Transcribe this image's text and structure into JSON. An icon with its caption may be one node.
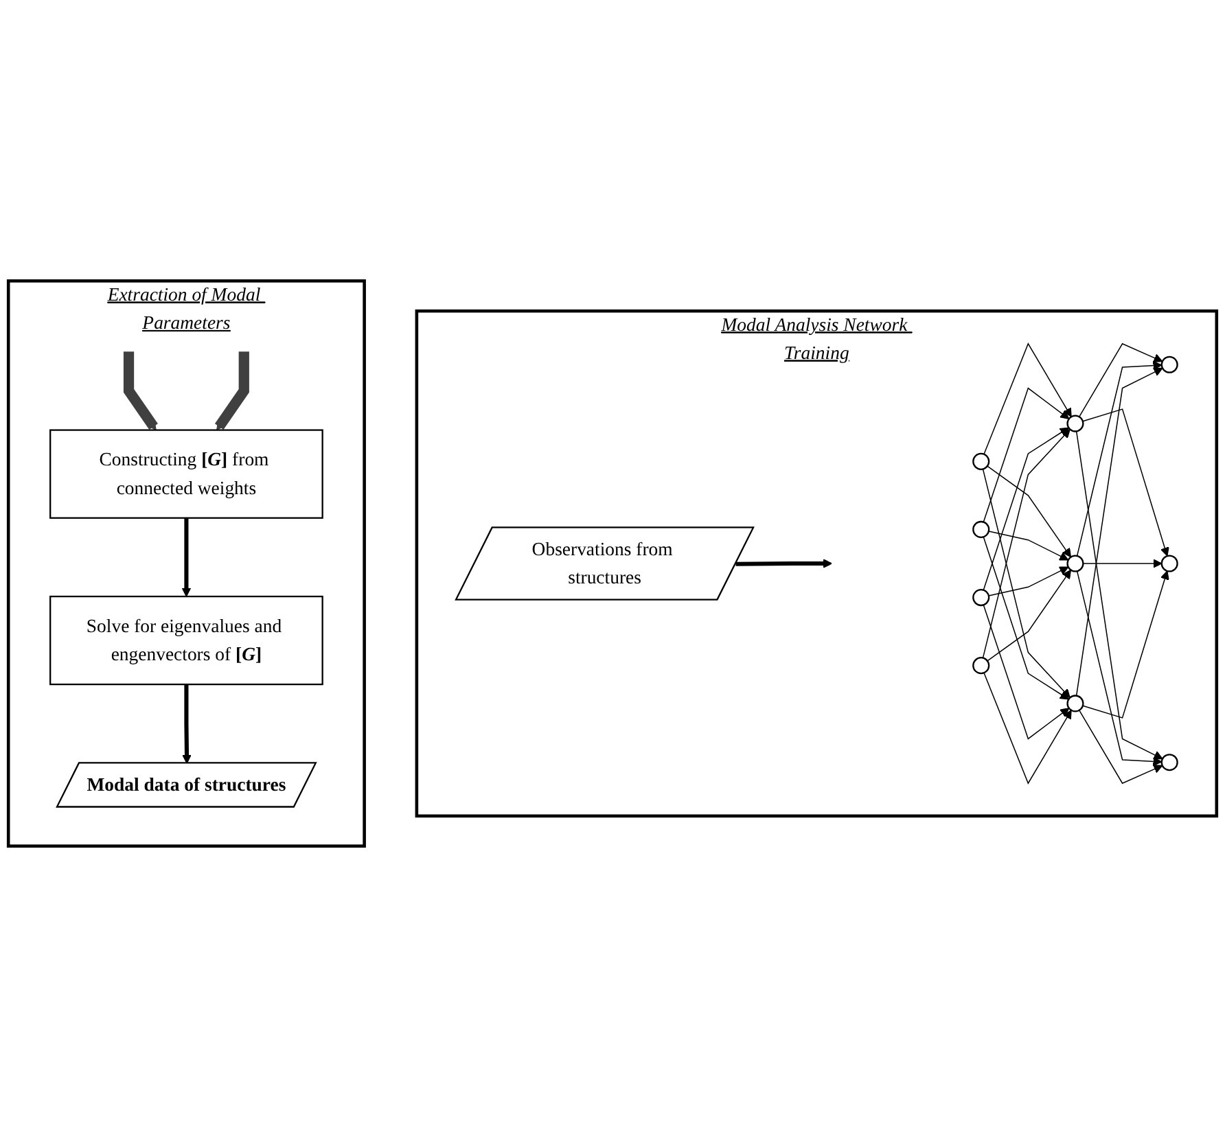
{
  "diagram": {
    "nodes": [
      {
        "text": [
          "Modal Analysis Network Training"
        ]
      },
      {
        "text": [
          "Observations from structures"
        ],
        "in": 0
      },
      {
        "text": [],
        "shape": "circle",
        "in": 0
      },
      {
        "text": [],
        "shape": "circle",
        "in": 0
      },
      {
        "text": [],
        "shape": "circle",
        "in": 0
      },
      {
        "text": [],
        "shape": "circle",
        "in": 0
      },
      {
        "text": [],
        "shape": "circle",
        "in": 0
      },
      {
        "text": [],
        "shape": "circle",
        "in": 0
      },
      {
        "text": [],
        "shape": "circle",
        "in": 0
      },
      {
        "text": [],
        "shape": "circle",
        "in": 0
      },
      {
        "text": [],
        "shape": "circle",
        "in": 0
      },
      {
        "text": [],
        "shape": "circle",
        "in": 0
      },
      {
        "text": [
          "Extraction of Modal Parameters"
        ]
      },
      {
        "text": [
          "Constructing **[*G*]** from connected weights"
        ],
        "in": 12
      },
      {
        "text": [
          "Solve for eigenvalues and engenvectors of **[*G*]**"
        ],
        "in": 12
      },
      {
        "text": [
          "Modal data of structures"
        ],
        "in": 12
      }
    ],
    "edges": [
      {
        "from": 1,
        "to": null,
        "arrow": "to",
        "style": "thick"
      },
      {
        "from": 2,
        "to": 6,
        "arrow": "to"
      },
      {
        "from": 2,
        "to": 7,
        "arrow": "to"
      },
      {
        "from": 2,
        "to": 8,
        "arrow": "to"
      },
      {
        "from": 3,
        "to": 6,
        "arrow": "to"
      },
      {
        "from": 3,
        "to": 7,
        "arrow": "to"
      },
      {
        "from": 3,
        "to": 8,
        "arrow": "to"
      },
      {
        "from": 4,
        "to": 6,
        "arrow": "to"
      },
      {
        "from": 4,
        "to": 7,
        "arrow": "to"
      },
      {
        "from": 4,
        "to": 8,
        "arrow": "to"
      },
      {
        "from": 5,
        "to": 6,
        "arrow": "to"
      },
      {
        "from": 5,
        "to": 7,
        "arrow": "to"
      },
      {
        "from": 5,
        "to": 8,
        "arrow": "to"
      },
      {
        "from": 6,
        "to": 9,
        "arrow": "to"
      },
      {
        "from": 6,
        "to": 10,
        "arrow": "to"
      },
      {
        "from": 6,
        "to": 11,
        "arrow": "to"
      },
      {
        "from": 7,
        "to": 9,
        "arrow": "to"
      },
      {
        "from": 7,
        "to": 10,
        "arrow": "to"
      },
      {
        "from": 7,
        "to": 11,
        "arrow": "to"
      },
      {
        "from": 8,
        "to": 9,
        "arrow": "to"
      },
      {
        "from": 8,
        "to": 10,
        "arrow": "to"
      },
      {
        "from": 8,
        "to": 11,
        "arrow": "to"
      },
      {
        "from": null,
        "to": 13,
        "arrow": "to",
        "style": "thick",
        "color": "#404040"
      },
      {
        "from": null,
        "to": 13,
        "arrow": "to",
        "style": "thick",
        "color": "#404040"
      },
      {
        "from": 13,
        "to": 14,
        "arrow": "to",
        "style": "thick"
      },
      {
        "from": 14,
        "to": 15,
        "arrow": "to",
        "style": "thick"
      }
    ]
  }
}
